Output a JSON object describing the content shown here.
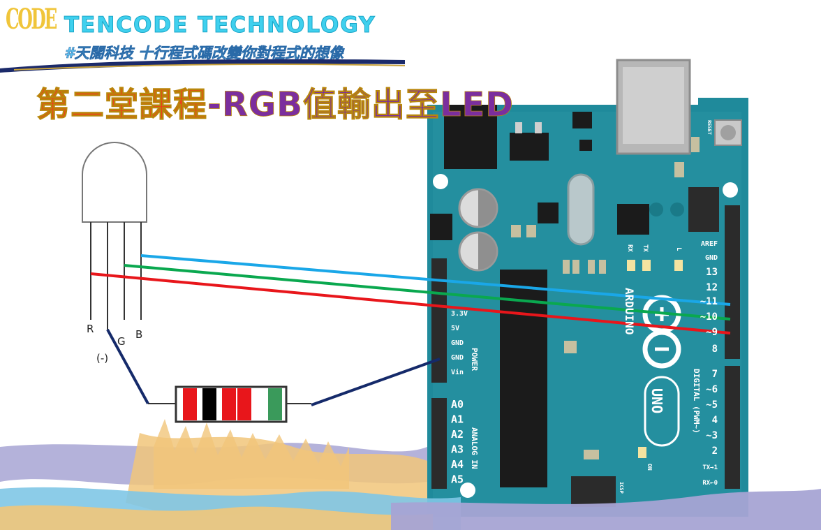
{
  "header": {
    "logo_text": "CODE",
    "brand_title": "TENCODE TECHNOLOGY",
    "brand_subtitle": "#天闊科技 十行程式碼改變你對程式的想像"
  },
  "lesson": {
    "title_part1": "第二堂課程",
    "title_part2": "-RGB值輸出至LED"
  },
  "led": {
    "pins": [
      "R",
      "G",
      "B"
    ],
    "common_label": "(-)"
  },
  "wires": {
    "red": "#e8161b",
    "green": "#0aa84f",
    "blue": "#1aa7e8",
    "ground": "#152a6a"
  },
  "resistor_bands": [
    "#e8161b",
    "#000000",
    "#e8161b",
    "#e8161b",
    "#ffffff",
    "#3a9a5b"
  ],
  "arduino": {
    "board_color": "#1f8a9b",
    "power_header": [
      "3.3V",
      "5V",
      "GND",
      "GND",
      "Vin"
    ],
    "power_label": "POWER",
    "analog_pins": [
      "A0",
      "A1",
      "A2",
      "A3",
      "A4",
      "A5"
    ],
    "analog_label": "ANALOG IN",
    "digital_top": [
      "AREF",
      "GND",
      "13",
      "12",
      "~11",
      "~10",
      "~9",
      "8"
    ],
    "digital_bottom": [
      "7",
      "~6",
      "~5",
      "4",
      "~3",
      "2",
      "TX→1",
      "RX←0"
    ],
    "digital_label": "DIGITAL (PWM~)",
    "brand": "ARDUINO",
    "model": "UNO",
    "leds": [
      "RX",
      "TX",
      "L"
    ],
    "on_label": "ON",
    "reset_label": "RESET",
    "icsp_label": "ICSP"
  }
}
